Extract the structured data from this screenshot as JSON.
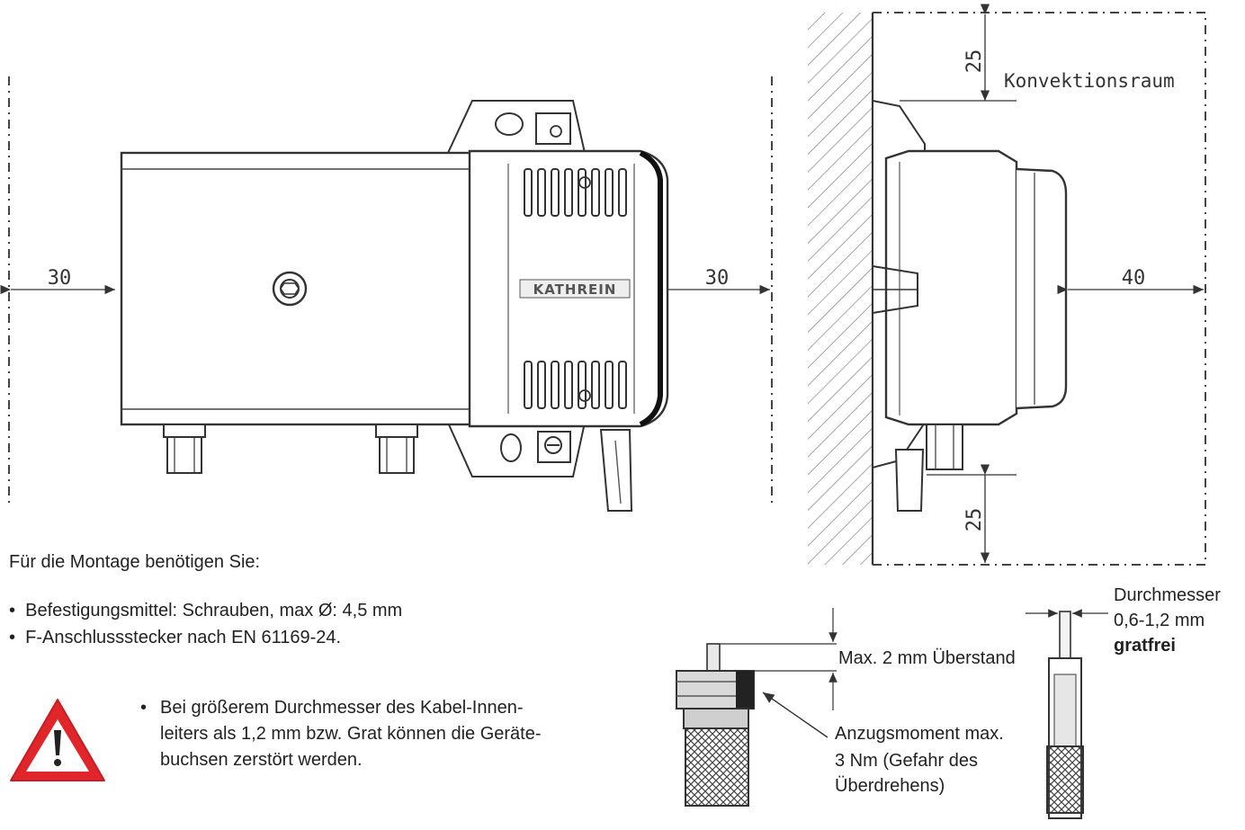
{
  "dimensions": {
    "left_clearance": "30",
    "right_clearance": "30",
    "front_clearance": "40",
    "top_clearance": "25",
    "bottom_clearance": "25",
    "convection_label": "Konvektionsraum"
  },
  "device": {
    "brand": "KATHREIN"
  },
  "mounting": {
    "intro": "Für die Montage benötigen Sie:",
    "items": [
      "Befestigungsmittel: Schrauben, max Ø: 4,5 mm",
      "F-Anschlussstecker nach EN 61169-24."
    ]
  },
  "warning": {
    "lines": [
      "Bei größerem Durchmesser des Kabel-Innen-",
      "leiters als 1,2 mm bzw. Grat können die Geräte-",
      "buchsen zerstört werden."
    ],
    "colors": {
      "border": "#e0262a",
      "fill": "#ffffff",
      "mark": "#222222"
    }
  },
  "connector": {
    "overhang": "Max. 2 mm Überstand",
    "torque": [
      "Anzugsmoment max.",
      "3 Nm (Gefahr des",
      "Überdrehens)"
    ],
    "diameter_title": "Durchmesser",
    "diameter_value": "0,6-1,2 mm",
    "diameter_note": "gratfrei"
  }
}
